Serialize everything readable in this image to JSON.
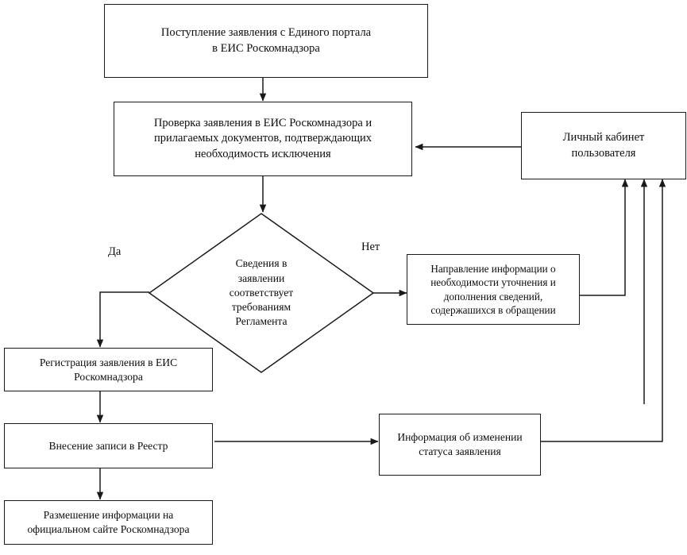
{
  "diagram": {
    "title": "Блок-схема рассмотрения заявления об исключении из Реестра",
    "language": "ru",
    "background_color": "#ffffff",
    "line_color": "#1a1a1a",
    "text_color": "#0d0d0d"
  },
  "nodes": {
    "start": {
      "id": "start",
      "shape": "rectangle",
      "text": "Поступление заявления с Единого портала\nв ЕИС Роскомнадзора"
    },
    "check": {
      "id": "check",
      "shape": "rectangle",
      "text": "Проверка заявления в ЕИС Роскомнадзора и\nприлагаемых документов, подтверждающих\nнеобходимость исключения"
    },
    "cabinet": {
      "id": "cabinet",
      "shape": "rectangle",
      "text": "Личный кабинет\nпользователя"
    },
    "decision": {
      "id": "decision",
      "shape": "diamond",
      "text": "Сведения в\nзаявлении\nсоответствует\nтребованиям\nРегламента"
    },
    "clarify": {
      "id": "clarify",
      "shape": "rectangle",
      "text": "Направление информации о\nнеобходимости уточнения и\nдополнения сведений,\nсодержашихся в обращении"
    },
    "register": {
      "id": "register",
      "shape": "rectangle",
      "text": "Регистрация заявления в ЕИС\nРоскомнадзора"
    },
    "entry": {
      "id": "entry",
      "shape": "rectangle",
      "text": "Внесение записи в Реестр"
    },
    "publish": {
      "id": "publish",
      "shape": "rectangle",
      "text": "Размешение информации на\nофициальном сайте Роскомнадзора"
    },
    "status": {
      "id": "status",
      "shape": "rectangle",
      "text": "Информация об изменении\nстатуса заявления"
    }
  },
  "edge_labels": {
    "yes": "Да",
    "no": "Нет"
  },
  "edges": [
    {
      "from": "start",
      "to": "check",
      "label": ""
    },
    {
      "from": "check",
      "to": "decision",
      "label": ""
    },
    {
      "from": "decision",
      "to": "register",
      "label": "Да"
    },
    {
      "from": "decision",
      "to": "clarify",
      "label": "Нет"
    },
    {
      "from": "register",
      "to": "entry",
      "label": ""
    },
    {
      "from": "entry",
      "to": "publish",
      "label": ""
    },
    {
      "from": "entry",
      "to": "status",
      "label": ""
    },
    {
      "from": "clarify",
      "to": "cabinet",
      "label": ""
    },
    {
      "from": "status",
      "to": "cabinet",
      "label": ""
    },
    {
      "from": "cabinet",
      "to": "check",
      "label": ""
    }
  ]
}
